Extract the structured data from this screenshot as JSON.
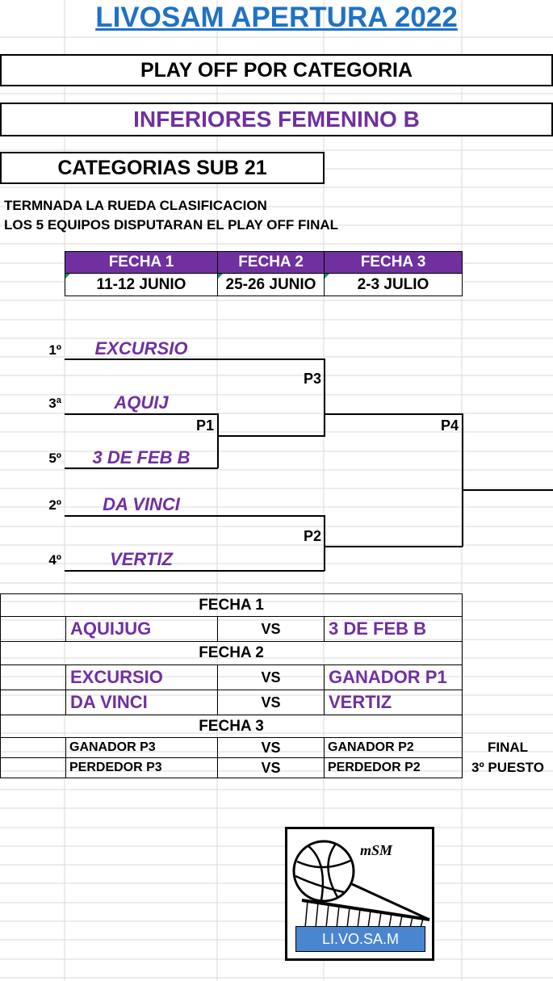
{
  "title": "LIVOSAM APERTURA 2022",
  "subtitle": "PLAY OFF POR CATEGORIA",
  "division": "INFERIORES FEMENINO B",
  "category": "CATEGORIAS SUB 21",
  "notes": [
    "TERMNADA LA RUEDA CLASIFICACION",
    "LOS 5 EQUIPOS DISPUTARAN EL PLAY OFF FINAL"
  ],
  "dates_table": {
    "headers": [
      "FECHA 1",
      "FECHA 2",
      "FECHA 3"
    ],
    "dates": [
      "11-12 JUNIO",
      "25-26 JUNIO",
      "2-3 JULIO"
    ]
  },
  "bracket": {
    "seeds": [
      {
        "pos": "1º",
        "team": "EXCURSIO"
      },
      {
        "pos": "3ª",
        "team": "AQUIJ"
      },
      {
        "pos": "5º",
        "team": "3 DE FEB B"
      },
      {
        "pos": "2º",
        "team": "DA VINCI"
      },
      {
        "pos": "4º",
        "team": "VERTIZ"
      }
    ],
    "labels": {
      "p1": "P1",
      "p2": "P2",
      "p3": "P3",
      "p4": "P4"
    }
  },
  "schedule": {
    "fecha1": {
      "label": "FECHA 1",
      "matches": [
        {
          "home": "AQUIJUG",
          "vs": "VS",
          "away": "3 DE FEB B"
        }
      ]
    },
    "fecha2": {
      "label": "FECHA 2",
      "matches": [
        {
          "home": "EXCURSIO",
          "vs": "VS",
          "away": "GANADOR P1"
        },
        {
          "home": "DA VINCI",
          "vs": "VS",
          "away": "VERTIZ"
        }
      ]
    },
    "fecha3": {
      "label": "FECHA 3",
      "matches": [
        {
          "home": "GANADOR P3",
          "vs": "VS",
          "away": "GANADOR P2",
          "note": "FINAL"
        },
        {
          "home": "PERDEDOR P3",
          "vs": "VS",
          "away": "PERDEDOR P2",
          "note": "3º PUESTO"
        }
      ]
    }
  },
  "logo": {
    "text": "LI.VO.SA.M",
    "monogram": "mSM",
    "icon": "volleyball-net-icon"
  },
  "colors": {
    "title": "#1f72c4",
    "purple": "#7030a0",
    "logo_bar": "#4a86d0"
  }
}
